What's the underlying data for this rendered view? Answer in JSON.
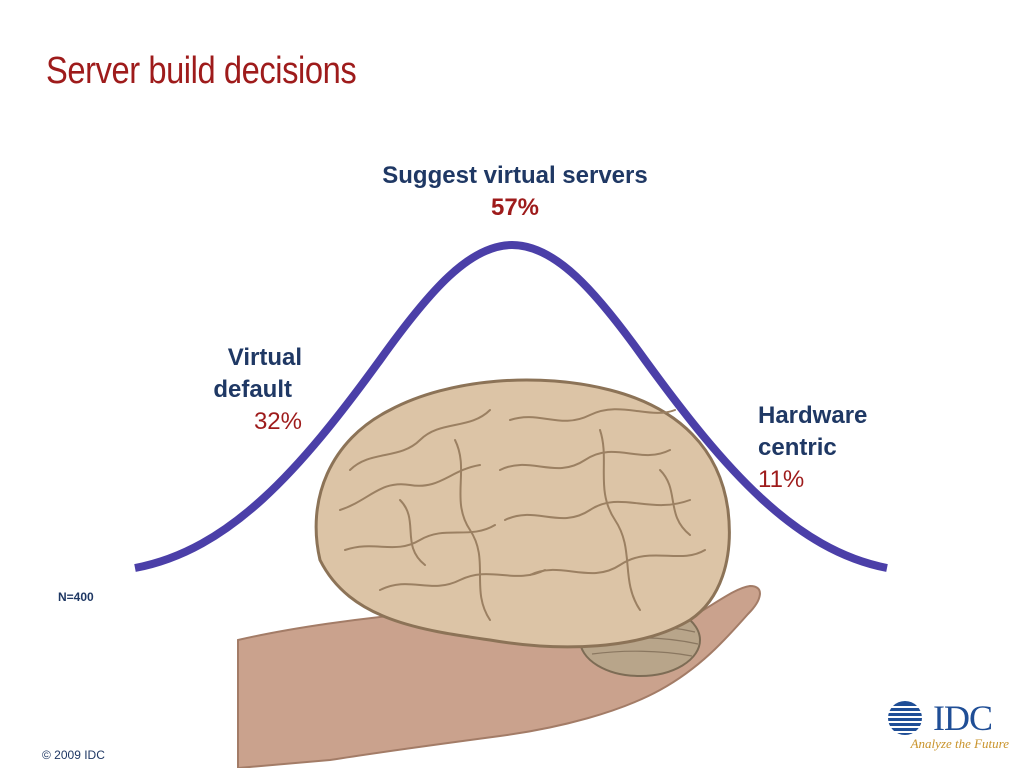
{
  "slide": {
    "title": "Server build decisions",
    "sample_size": "N=400",
    "copyright": "© 2009 IDC"
  },
  "segments": [
    {
      "id": "suggest-virtual",
      "label": "Suggest virtual servers",
      "value_text": "57%",
      "value": 57
    },
    {
      "id": "virtual-default",
      "label_lines": [
        "Virtual",
        "default"
      ],
      "value_text": "32%",
      "value": 32
    },
    {
      "id": "hardware-centric",
      "label_lines": [
        "Hardware",
        "centric"
      ],
      "value_text": "11%",
      "value": 11
    }
  ],
  "logo": {
    "name": "IDC",
    "tagline": "Analyze the Future"
  },
  "colors": {
    "title": "#9e1b1b",
    "label": "#1f3864",
    "percent": "#9e1b1b",
    "curve": "#4b3fa8",
    "logo": "#1f4e96",
    "tagline": "#c9932a"
  },
  "illustration": {
    "subject": "brain-held-in-hand"
  }
}
